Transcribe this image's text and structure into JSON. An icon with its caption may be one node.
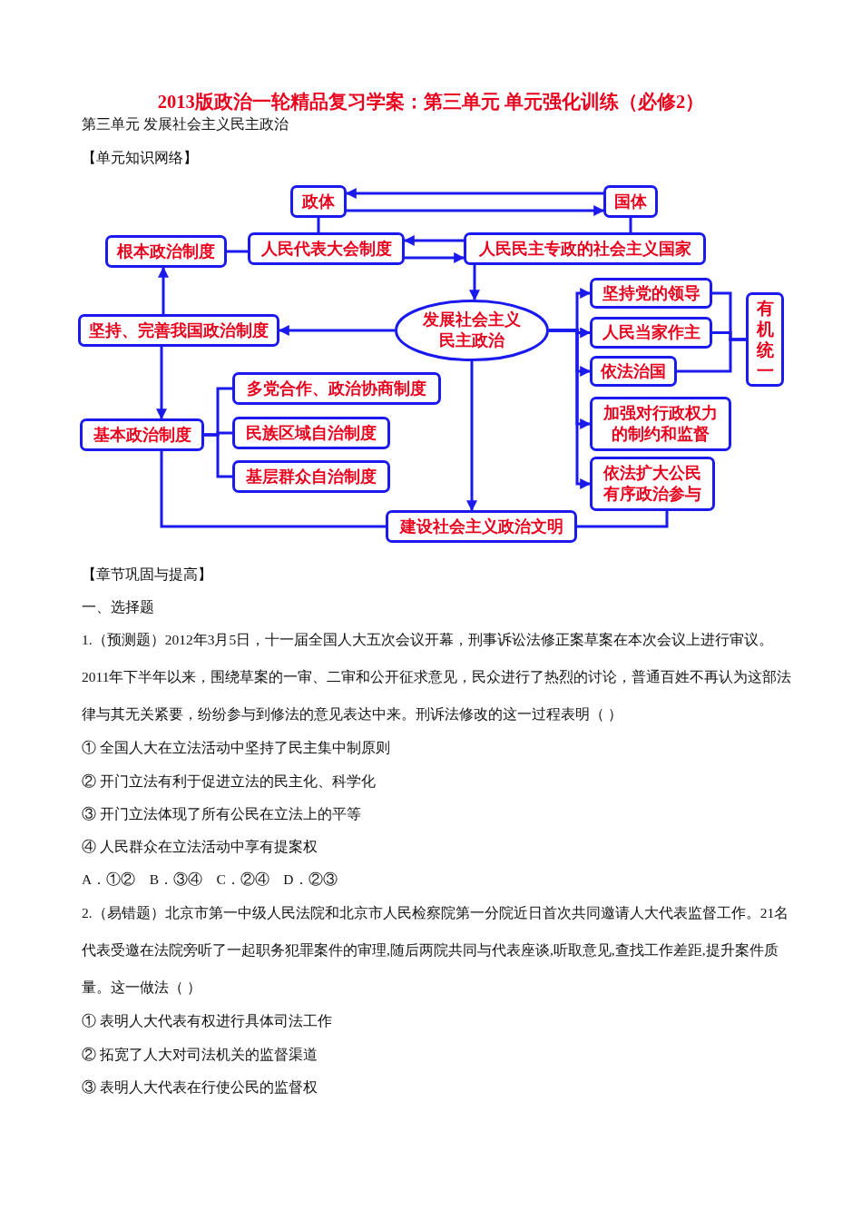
{
  "diagram": {
    "title": "2013版政治一轮精品复习学案：第三单元 单元强化训练（必修2）",
    "nodes": [
      {
        "text": [
          "政体"
        ]
      },
      {
        "text": [
          "国体"
        ]
      },
      {
        "text": [
          "根本政治制度"
        ]
      },
      {
        "text": [
          "人民代表大会制度"
        ]
      },
      {
        "text": [
          "人民民主专政的社会主义国家"
        ]
      },
      {
        "text": [
          "坚持、完善我国政治制度"
        ]
      },
      {
        "text": [
          "发展社会主义民主政治"
        ]
      },
      {
        "text": [
          "坚持党的领导"
        ]
      },
      {
        "text": [
          "人民当家作主"
        ]
      },
      {
        "text": [
          "依法治国"
        ]
      },
      {
        "text": [
          "有机统一"
        ]
      },
      {
        "text": [
          "加强对行政权力的制约和监督"
        ]
      },
      {
        "text": [
          "依法扩大公民有序政治参与"
        ]
      },
      {
        "text": [
          "基本政治制度"
        ]
      },
      {
        "text": [
          "多党合作、政治协商制度"
        ]
      },
      {
        "text": [
          "民族区域自治制度"
        ]
      },
      {
        "text": [
          "基层群众自治制度"
        ]
      },
      {
        "text": [
          "建设社会主义政治文明"
        ]
      }
    ],
    "edges": [
      {
        "from": 1,
        "to": 0,
        "arrow": "to"
      },
      {
        "from": 0,
        "to": 1,
        "arrow": "to"
      },
      {
        "from": 0,
        "to": 3,
        "arrow": "none"
      },
      {
        "from": 1,
        "to": 4,
        "arrow": "none"
      },
      {
        "from": 4,
        "to": 3,
        "arrow": "to"
      },
      {
        "from": 3,
        "to": 4,
        "arrow": "to"
      },
      {
        "from": 2,
        "to": 3,
        "arrow": "none"
      },
      {
        "from": 4,
        "to": 6,
        "arrow": "to"
      },
      {
        "from": 6,
        "to": 5,
        "arrow": "to"
      },
      {
        "from": 5,
        "to": 2,
        "arrow": "to"
      },
      {
        "from": 5,
        "to": 13,
        "arrow": "to"
      },
      {
        "from": 6,
        "to": 7,
        "arrow": "to"
      },
      {
        "from": 6,
        "to": 8,
        "arrow": "to"
      },
      {
        "from": 6,
        "to": 9,
        "arrow": "to"
      },
      {
        "from": 6,
        "to": 11,
        "arrow": "to"
      },
      {
        "from": 6,
        "to": 12,
        "arrow": "to"
      },
      {
        "from": 7,
        "to": 10,
        "arrow": "none"
      },
      {
        "from": 8,
        "to": 10,
        "arrow": "none"
      },
      {
        "from": 9,
        "to": 10,
        "arrow": "none"
      },
      {
        "from": 13,
        "to": 14,
        "arrow": "none"
      },
      {
        "from": 13,
        "to": 15,
        "arrow": "none"
      },
      {
        "from": 13,
        "to": 16,
        "arrow": "none"
      },
      {
        "from": 6,
        "to": 17,
        "arrow": "to"
      },
      {
        "from": 13,
        "to": 17,
        "arrow": "none"
      },
      {
        "from": 12,
        "to": 17,
        "arrow": "none"
      }
    ],
    "labels": [
      "第三单元 发展社会主义民主政治",
      "【单元知识网络】",
      "【章节巩固与提高】",
      "一、选择题",
      "1.（预测题）2012年3月5日，十一届全国人大五次会议开幕，刑事诉讼法修正案草案在本次会议上进行审议。2011年下半年以来，围绕草案的一审、二审和公开征求意见，民众进行了热烈的讨论，普通百姓不再认为这部法律与其无关紧要，纷纷参与到修法的意见表达中来。刑诉法修改的这一过程表明（ ）",
      "① 全国人大在立法活动中坚持了民主集中制原则",
      "② 开门立法有利于促进立法的民主化、科学化",
      "③ 开门立法体现了所有公民在立法上的平等",
      "④ 人民群众在立法活动中享有提案权",
      "A．①②    B．③④    C．②④    D．②③",
      "2.（易错题）北京市第一中级人民法院和北京市人民检察院第一分院近日首次共同邀请人大代表监督工作。21名代表受邀在法院旁听了一起职务犯罪案件的审理,随后两院共同与代表座谈,听取意见,查找工作差距,提升案件质量。这一做法（ ）",
      "① 表明人大代表有权进行具体司法工作",
      "② 拓宽了人大对司法机关的监督渠道",
      "③ 表明人大代表在行使公民的监督权"
    ]
  }
}
